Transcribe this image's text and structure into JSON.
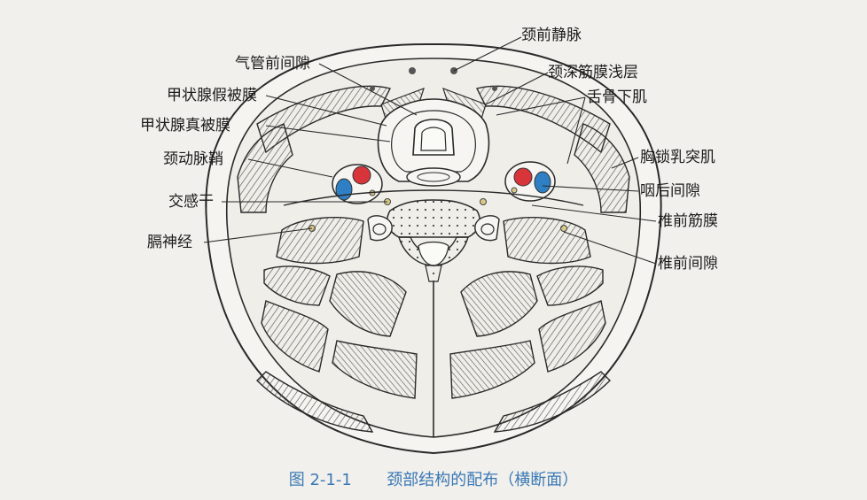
{
  "labels": {
    "jing_qian_jingmai": "颈前静脉",
    "qiguan_qian_jianxi": "气管前间隙",
    "jingshen_jinmo_qiancheng": "颈深筋膜浅层",
    "zhuangxianxian_jia_beimo": "甲状腺假被膜",
    "shegu_xia_ji": "舌骨下肌",
    "zhuangxianxian_zhen_beimo": "甲状腺真被膜",
    "jing_dongmai_qiao": "颈动脉鞘",
    "xiong_suo_ru_tu_ji": "胸锁乳突肌",
    "yan_hou_jianxi": "咽后间隙",
    "jiao_gan_gan": "交感干",
    "zhui_qian_jinmo": "椎前筋膜",
    "ge_shenjing": "膈神经",
    "zhui_qian_jianxi": "椎前间隙"
  },
  "caption": {
    "number": "图 2-1-1",
    "title": "颈部结构的配布（横断面）"
  },
  "colors": {
    "artery": "#d8353a",
    "vein": "#2f7fc4",
    "caption": "#3b79b5",
    "ink": "#2a2a2a"
  }
}
